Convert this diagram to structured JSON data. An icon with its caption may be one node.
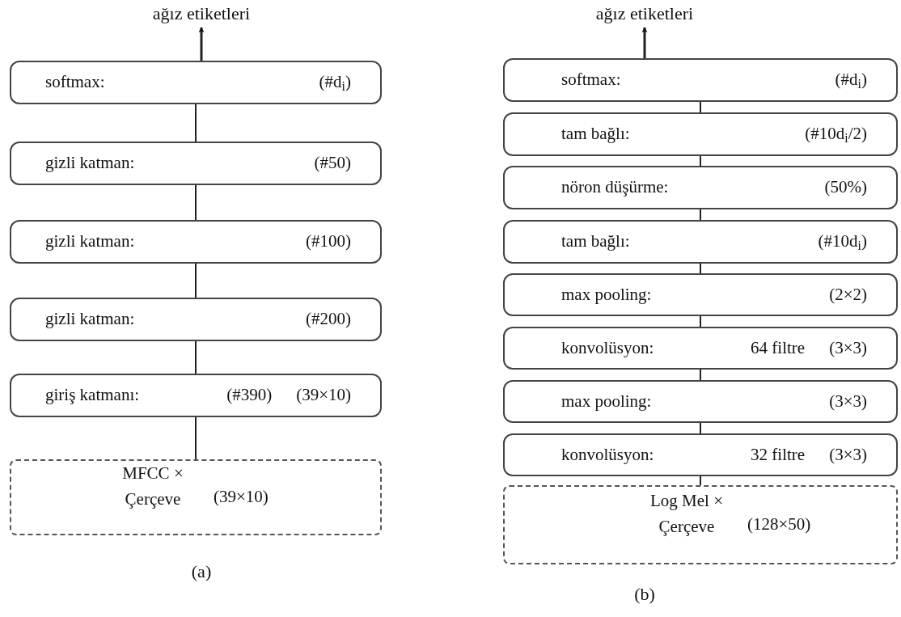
{
  "diagram": {
    "nodes": [
      {
        "text": [
          "ağız etiketleri"
        ]
      },
      {
        "text": [
          "softmax:",
          "(#d$_{i}$)"
        ]
      },
      {
        "text": [
          "gizli katman:",
          "(#50)"
        ]
      },
      {
        "text": [
          "gizli katman:",
          "(#100)"
        ]
      },
      {
        "text": [
          "gizli katman:",
          "(#200)"
        ]
      },
      {
        "text": [
          "giriş katmanı:",
          "(#390)",
          "(39×10)"
        ]
      },
      {
        "text": [
          "MFCC × Çerçeve",
          "(39×10)"
        ]
      },
      {
        "text": [
          "ağız etiketleri"
        ]
      },
      {
        "text": [
          "softmax:",
          "(#d$_{i}$)"
        ]
      },
      {
        "text": [
          "tam bağlı:",
          "(#10d$_{i}$/2)"
        ]
      },
      {
        "text": [
          "nöron düşürme:",
          "(50%)"
        ]
      },
      {
        "text": [
          "tam bağlı:",
          "(#10d$_{i}$)"
        ]
      },
      {
        "text": [
          "max pooling:",
          "(2×2)"
        ]
      },
      {
        "text": [
          "konvolüsyon:",
          "64 filtre",
          "(3×3)"
        ]
      },
      {
        "text": [
          "max pooling:",
          "(3×3)"
        ]
      },
      {
        "text": [
          "konvolüsyon:",
          "32 filtre",
          "(3×3)"
        ]
      },
      {
        "text": [
          "Log Mel × Çerçeve",
          "(128×50)"
        ]
      }
    ],
    "edges": [
      {
        "from": 1,
        "to": 0,
        "arrow": "to"
      },
      {
        "from": 2,
        "to": 1,
        "arrow": "none"
      },
      {
        "from": 3,
        "to": 2,
        "arrow": "none"
      },
      {
        "from": 4,
        "to": 3,
        "arrow": "none"
      },
      {
        "from": 5,
        "to": 4,
        "arrow": "none"
      },
      {
        "from": 6,
        "to": 5,
        "arrow": "none"
      },
      {
        "from": 8,
        "to": 7,
        "arrow": "to"
      },
      {
        "from": 9,
        "to": 8,
        "arrow": "none"
      },
      {
        "from": 10,
        "to": 9,
        "arrow": "none"
      },
      {
        "from": 11,
        "to": 10,
        "arrow": "none"
      },
      {
        "from": 12,
        "to": 11,
        "arrow": "none"
      },
      {
        "from": 13,
        "to": 12,
        "arrow": "none"
      },
      {
        "from": 14,
        "to": 13,
        "arrow": "none"
      },
      {
        "from": 15,
        "to": 14,
        "arrow": "none"
      },
      {
        "from": 16,
        "to": 15,
        "arrow": "none"
      }
    ],
    "labels": [
      "(a)",
      "(b)"
    ]
  }
}
